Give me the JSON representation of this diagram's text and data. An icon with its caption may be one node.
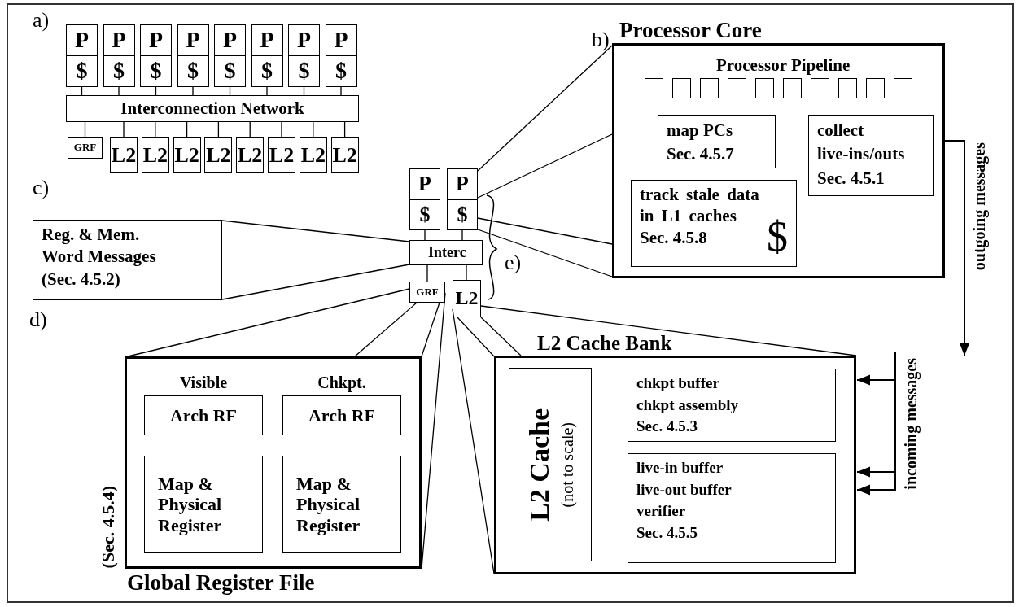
{
  "diagram": {
    "nodes": [
      {
        "text": [
          "P"
        ]
      },
      {
        "text": [
          "P"
        ]
      },
      {
        "text": [
          "P"
        ]
      },
      {
        "text": [
          "P"
        ]
      },
      {
        "text": [
          "P"
        ]
      },
      {
        "text": [
          "P"
        ]
      },
      {
        "text": [
          "P"
        ]
      },
      {
        "text": [
          "P"
        ]
      },
      {
        "text": [
          "$"
        ]
      },
      {
        "text": [
          "$"
        ]
      },
      {
        "text": [
          "$"
        ]
      },
      {
        "text": [
          "$"
        ]
      },
      {
        "text": [
          "$"
        ]
      },
      {
        "text": [
          "$"
        ]
      },
      {
        "text": [
          "$"
        ]
      },
      {
        "text": [
          "$"
        ]
      },
      {
        "text": [
          "Interconnection Network"
        ]
      },
      {
        "text": [
          "GRF"
        ]
      },
      {
        "text": [
          "L2"
        ]
      },
      {
        "text": [
          "L2"
        ]
      },
      {
        "text": [
          "L2"
        ]
      },
      {
        "text": [
          "L2"
        ]
      },
      {
        "text": [
          "L2"
        ]
      },
      {
        "text": [
          "L2"
        ]
      },
      {
        "text": [
          "L2"
        ]
      },
      {
        "text": [
          "L2"
        ]
      },
      {
        "text": [
          "Processor Core"
        ]
      },
      {
        "text": [],
        "shape": "box",
        "in": 26
      },
      {
        "text": [],
        "shape": "box",
        "in": 26
      },
      {
        "text": [],
        "shape": "box",
        "in": 26
      },
      {
        "text": [],
        "shape": "box",
        "in": 26
      },
      {
        "text": [],
        "shape": "box",
        "in": 26
      },
      {
        "text": [],
        "shape": "box",
        "in": 26
      },
      {
        "text": [],
        "shape": "box",
        "in": 26
      },
      {
        "text": [],
        "shape": "box",
        "in": 26
      },
      {
        "text": [],
        "shape": "box",
        "in": 26
      },
      {
        "text": [],
        "shape": "box",
        "in": 26
      },
      {
        "text": [
          "map PCs",
          "Sec. 4.5.7"
        ],
        "in": 26
      },
      {
        "text": [
          "collect live-ins/outs",
          "Sec. 4.5.1"
        ],
        "in": 26
      },
      {
        "text": [
          "track stale data in L1 caches",
          "Sec. 4.5.8",
          "$"
        ],
        "in": 26
      },
      {
        "text": [
          "P"
        ]
      },
      {
        "text": [
          "P"
        ]
      },
      {
        "text": [
          "$"
        ]
      },
      {
        "text": [
          "$"
        ]
      },
      {
        "text": [
          "Reg. & Mem. Word Messages",
          "(Sec. 4.5.2)"
        ]
      },
      {
        "text": [
          "Interc"
        ]
      },
      {
        "text": [
          "GRF"
        ]
      },
      {
        "text": [
          "L2"
        ]
      },
      {
        "text": [
          "Global Register File"
        ],
        "beside": [
          "(Sec. 4.5.4)"
        ]
      },
      {
        "text": [
          "Visible",
          "Arch RF"
        ],
        "in": 48
      },
      {
        "text": [
          "Chkpt.",
          "Arch RF"
        ],
        "in": 48
      },
      {
        "text": [
          "Map & Physical Register"
        ],
        "in": 48
      },
      {
        "text": [
          "Map & Physical Register"
        ],
        "in": 48
      },
      {
        "text": [
          "L2 Cache Bank"
        ]
      },
      {
        "text": [
          "L2 Cache",
          "(not to scale)"
        ],
        "in": 53
      },
      {
        "text": [
          "chkpt buffer",
          "chkpt assembly",
          "Sec. 4.5.3"
        ],
        "in": 53
      },
      {
        "text": [
          "live-in buffer",
          "live-out buffer",
          "verifier",
          "Sec. 4.5.5"
        ],
        "in": 53
      }
    ],
    "edges": [
      {
        "from": 8,
        "to": 16,
        "arrow": "none"
      },
      {
        "from": 9,
        "to": 16,
        "arrow": "none"
      },
      {
        "from": 10,
        "to": 16,
        "arrow": "none"
      },
      {
        "from": 11,
        "to": 16,
        "arrow": "none"
      },
      {
        "from": 12,
        "to": 16,
        "arrow": "none"
      },
      {
        "from": 13,
        "to": 16,
        "arrow": "none"
      },
      {
        "from": 14,
        "to": 16,
        "arrow": "none"
      },
      {
        "from": 15,
        "to": 16,
        "arrow": "none"
      },
      {
        "from": 16,
        "to": 17,
        "arrow": "none"
      },
      {
        "from": 16,
        "to": 18,
        "arrow": "none"
      },
      {
        "from": 16,
        "to": 19,
        "arrow": "none"
      },
      {
        "from": 16,
        "to": 20,
        "arrow": "none"
      },
      {
        "from": 16,
        "to": 21,
        "arrow": "none"
      },
      {
        "from": 16,
        "to": 22,
        "arrow": "none"
      },
      {
        "from": 16,
        "to": 23,
        "arrow": "none"
      },
      {
        "from": 16,
        "to": 24,
        "arrow": "none"
      },
      {
        "from": 16,
        "to": 25,
        "arrow": "none"
      },
      {
        "from": 42,
        "to": 45,
        "arrow": "none"
      },
      {
        "from": 43,
        "to": 45,
        "arrow": "none"
      },
      {
        "from": 45,
        "to": 46,
        "arrow": "none"
      },
      {
        "from": 45,
        "to": 47,
        "arrow": "none"
      },
      {
        "from": 45,
        "to": 44,
        "arrow": "none"
      },
      {
        "from": 45,
        "to": 44,
        "arrow": "none"
      },
      {
        "from": 41,
        "to": 26,
        "arrow": "none"
      },
      {
        "from": 41,
        "to": 26,
        "arrow": "none"
      },
      {
        "from": 43,
        "to": 26,
        "arrow": "none"
      },
      {
        "from": 43,
        "to": 26,
        "arrow": "none"
      },
      {
        "from": 46,
        "to": 48,
        "arrow": "none"
      },
      {
        "from": 46,
        "to": 48,
        "arrow": "none"
      },
      {
        "from": 46,
        "to": 48,
        "arrow": "none"
      },
      {
        "from": 46,
        "to": 48,
        "arrow": "none"
      },
      {
        "from": 47,
        "to": 53,
        "arrow": "none"
      },
      {
        "from": 47,
        "to": 53,
        "arrow": "none"
      },
      {
        "from": 47,
        "to": 53,
        "arrow": "none"
      },
      {
        "from": 47,
        "to": 53,
        "arrow": "none"
      },
      {
        "from": 26,
        "to": null,
        "arrow": "to",
        "label": "outgoing messages"
      },
      {
        "from": null,
        "to": 53,
        "arrow": "to",
        "label": "incoming messages"
      },
      {
        "from": null,
        "to": 53,
        "arrow": "to"
      },
      {
        "from": null,
        "to": 53,
        "arrow": "to"
      }
    ],
    "labels": [
      "a)",
      "b)",
      "Processor Pipeline",
      "c)",
      "e)",
      "d)"
    ]
  }
}
